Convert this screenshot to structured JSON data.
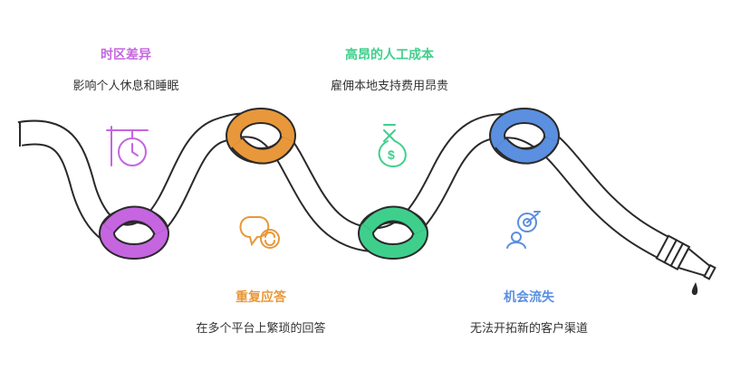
{
  "colors": {
    "purple": "#c565e0",
    "orange": "#e8983a",
    "green": "#3fcf8c",
    "blue": "#5b8fe0",
    "hose_outline": "#2a2a2a",
    "hose_fill": "#ffffff"
  },
  "items": [
    {
      "title": "时区差异",
      "description": "影响个人休息和睡眠",
      "icon": "clock-sign-icon",
      "color": "purple"
    },
    {
      "title": "高昂的人工成本",
      "description": "雇佣本地支持费用昂贵",
      "icon": "money-bag-icon",
      "color": "green"
    },
    {
      "title": "重复应答",
      "description": "在多个平台上繁琐的回答",
      "icon": "repeat-chat-icon",
      "color": "orange"
    },
    {
      "title": "机会流失",
      "description": "无法开拓新的客户渠道",
      "icon": "target-person-icon",
      "color": "blue"
    }
  ]
}
